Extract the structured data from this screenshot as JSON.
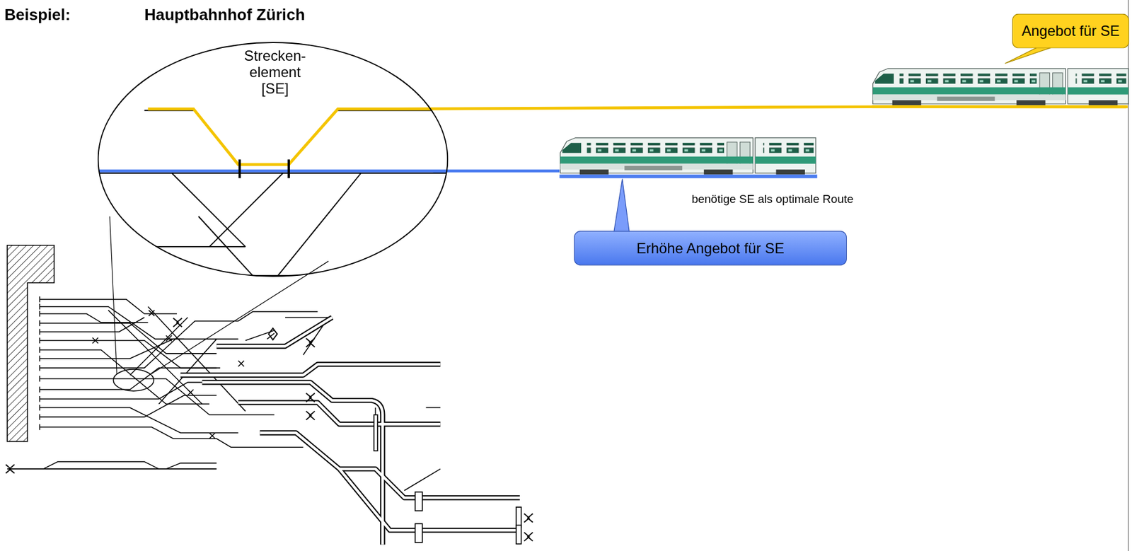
{
  "diagram": {
    "title": "Hauptbahnhof Zürich",
    "nodes": [
      {
        "text": [
          "Angebot für SE"
        ]
      },
      {
        "text": [
          "Strecken- element [SE]"
        ]
      },
      {
        "text": [
          "Erhöhe Angebot für SE"
        ]
      }
    ],
    "labels": [
      "Beispiel:",
      "benötige SE als optimale Route"
    ]
  }
}
